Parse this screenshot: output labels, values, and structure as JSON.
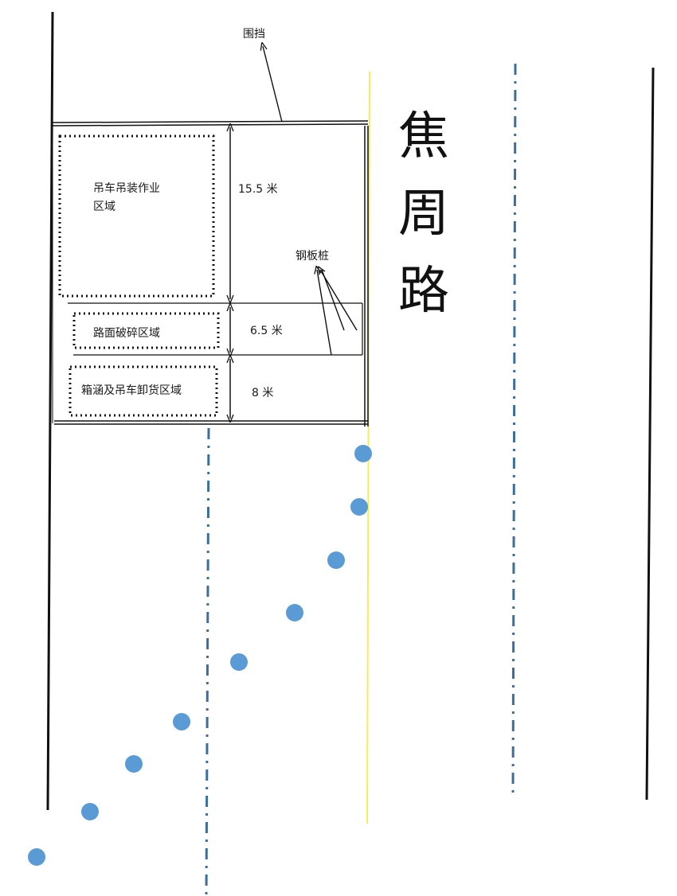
{
  "labels": {
    "fence": "围挡",
    "crane_zone_line1": "吊车吊装作业",
    "crane_zone_line2": "区域",
    "pavement_zone": "路面破碎区域",
    "culvert_zone": "箱涵及吊车卸货区域",
    "steel_pile": "钢板桩",
    "dim_top": "15.5 米",
    "dim_mid": "6.5 米",
    "dim_bottom": "8 米",
    "road_name_char1": "焦",
    "road_name_char2": "周",
    "road_name_char3": "路"
  },
  "colors": {
    "line": "#111111",
    "dashdot": "#3d6e99",
    "edge_yellow": "#f2ef5c",
    "dot": "#5b9bd5"
  }
}
